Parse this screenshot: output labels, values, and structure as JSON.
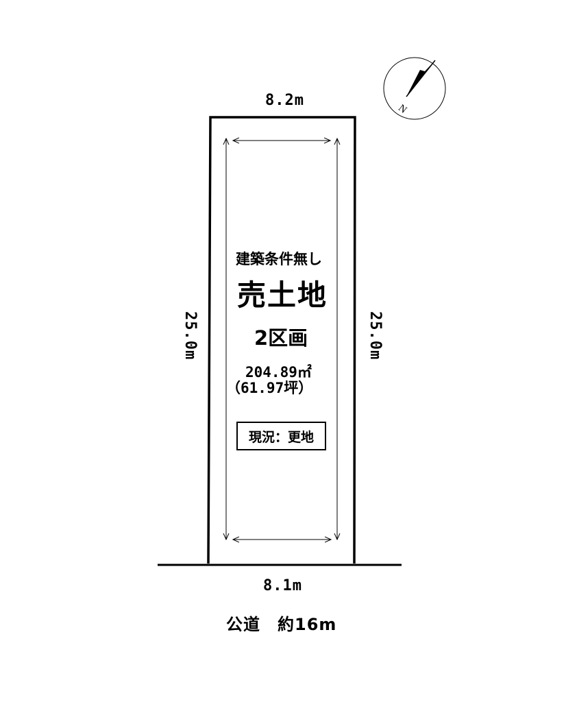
{
  "plot": {
    "top_width": "8.2m",
    "bottom_width": "8.1m",
    "left_depth": "25.0m",
    "right_depth": "25.0m",
    "condition_note": "建築条件無し",
    "title": "売土地",
    "lots": "2区画",
    "area_sqm": "204.89㎡",
    "area_tsubo": "（61.97坪）",
    "status": "現況：更地"
  },
  "road": {
    "label": "公道　約16m"
  },
  "compass": {
    "north_label": "N",
    "icon": "north-arrow-icon"
  }
}
